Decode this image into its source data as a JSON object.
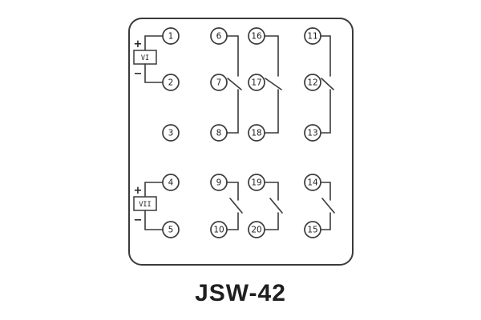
{
  "caption": "JSW-42",
  "theme": {
    "line": "#3a3a3a",
    "ink": "#1f1f1f",
    "paper": "#ffffff"
  },
  "terminals": [
    "1",
    "2",
    "3",
    "4",
    "5",
    "6",
    "7",
    "8",
    "9",
    "10",
    "11",
    "12",
    "13",
    "14",
    "15",
    "16",
    "17",
    "18",
    "19",
    "20"
  ],
  "power_blocks": [
    {
      "label": "VI",
      "plus": "+",
      "minus": "−"
    },
    {
      "label": "VII",
      "plus": "+",
      "minus": "−"
    }
  ]
}
